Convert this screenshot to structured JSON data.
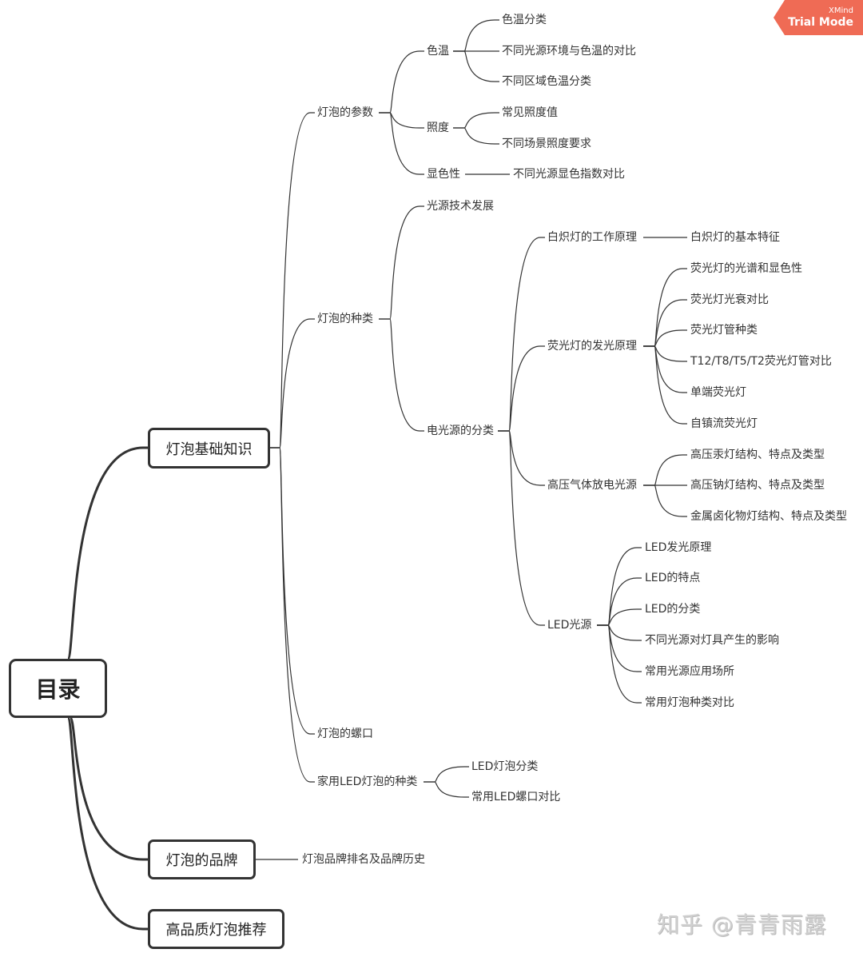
{
  "trial_badge": {
    "brand": "XMind",
    "mode": "Trial Mode",
    "color": "#ef6b55"
  },
  "watermark": "知乎 @青青雨露",
  "mindmap": {
    "root": "目录",
    "branches": [
      {
        "label": "灯泡基础知识",
        "children": [
          {
            "label": "灯泡的参数",
            "children": [
              {
                "label": "色温",
                "children": [
                  "色温分类",
                  "不同光源环境与色温的对比",
                  "不同区域色温分类"
                ]
              },
              {
                "label": "照度",
                "children": [
                  "常见照度值",
                  "不同场景照度要求"
                ]
              },
              {
                "label": "显色性",
                "children": [
                  "不同光源显色指数对比"
                ]
              }
            ]
          },
          {
            "label": "灯泡的种类",
            "children": [
              {
                "label": "光源技术发展",
                "children": []
              },
              {
                "label": "电光源的分类",
                "children": [
                  {
                    "label": "白炽灯的工作原理",
                    "children": [
                      "白炽灯的基本特征"
                    ]
                  },
                  {
                    "label": "荧光灯的发光原理",
                    "children": [
                      "荧光灯的光谱和显色性",
                      "荧光灯光衰对比",
                      "荧光灯管种类",
                      "T12/T8/T5/T2荧光灯管对比",
                      "单端荧光灯",
                      "自镇流荧光灯"
                    ]
                  },
                  {
                    "label": "高压气体放电光源",
                    "children": [
                      "高压汞灯结构、特点及类型",
                      "高压钠灯结构、特点及类型",
                      "金属卤化物灯结构、特点及类型"
                    ]
                  },
                  {
                    "label": "LED光源",
                    "children": [
                      "LED发光原理",
                      "LED的特点",
                      "LED的分类",
                      "不同光源对灯具产生的影响",
                      "常用光源应用场所",
                      "常用灯泡种类对比"
                    ]
                  }
                ]
              }
            ]
          },
          {
            "label": "灯泡的螺口",
            "children": []
          },
          {
            "label": "家用LED灯泡的种类",
            "children": [
              "LED灯泡分类",
              "常用LED螺口对比"
            ]
          }
        ]
      },
      {
        "label": "灯泡的品牌",
        "children": [
          "灯泡品牌排名及品牌历史"
        ]
      },
      {
        "label": "高品质灯泡推荐",
        "children": []
      }
    ]
  }
}
